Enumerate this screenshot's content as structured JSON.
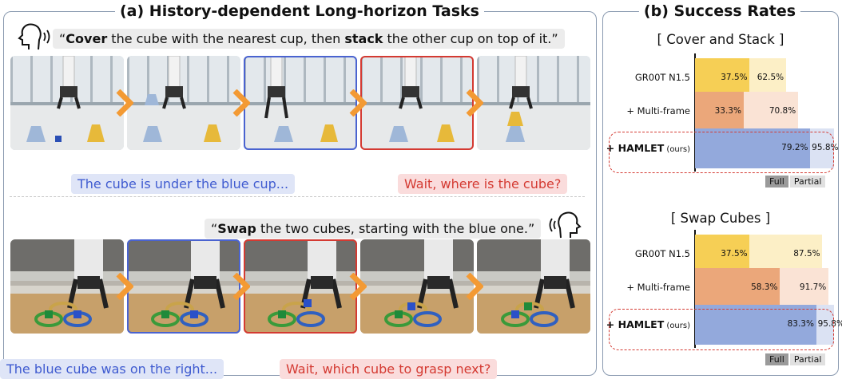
{
  "panel_a": {
    "title": "(a) History-dependent Long-horizon Tasks",
    "task1": {
      "quote_open": "“",
      "verb1": "Cover",
      "mid": " the cube with the nearest cup, then ",
      "verb2": "stack",
      "rest": " the other cup on top of it.”",
      "caption_blue": "The cube is under the blue cup...",
      "caption_red": "Wait, where is the cube?"
    },
    "task2": {
      "quote_open": "“",
      "verb1": "Swap",
      "rest": " the two cubes, starting with the blue one.”",
      "caption_blue": "The blue cube was on the right...",
      "caption_red": "Wait, which cube to grasp next?"
    }
  },
  "panel_b": {
    "title": "(b) Success Rates",
    "legend_full": "Full",
    "legend_partial": "Partial",
    "hamlet_name": "+ HAMLET",
    "hamlet_suffix": "(ours)"
  },
  "colors": {
    "groot_full": "#f6cf55",
    "groot_partial": "#fcefc6",
    "multi_full": "#eba77a",
    "multi_partial": "#fae3d5",
    "hamlet_full": "#93a9dc",
    "hamlet_partial": "#dbe2f3",
    "accent_blue": "#4a63d0",
    "accent_red": "#d43a32",
    "chevron": "#f39a34"
  },
  "chart_data": [
    {
      "type": "bar",
      "title": "[ Cover and Stack ]",
      "categories": [
        "GR00T N1.5",
        "+ Multi-frame",
        "+ HAMLET (ours)"
      ],
      "series": [
        {
          "name": "Full",
          "values": [
            37.5,
            33.3,
            79.2
          ]
        },
        {
          "name": "Partial",
          "values": [
            62.5,
            70.8,
            95.8
          ]
        }
      ],
      "labels_full": [
        "37.5%",
        "33.3%",
        "79.2%"
      ],
      "labels_partial": [
        "62.5%",
        "70.8%",
        "95.8%"
      ],
      "xlim": [
        0,
        100
      ]
    },
    {
      "type": "bar",
      "title": "[ Swap Cubes ]",
      "categories": [
        "GR00T N1.5",
        "+ Multi-frame",
        "+ HAMLET (ours)"
      ],
      "series": [
        {
          "name": "Full",
          "values": [
            37.5,
            58.3,
            83.3
          ]
        },
        {
          "name": "Partial",
          "values": [
            87.5,
            91.7,
            95.8
          ]
        }
      ],
      "labels_full": [
        "37.5%",
        "58.3%",
        "83.3%"
      ],
      "labels_partial": [
        "87.5%",
        "91.7%",
        "95.8%"
      ],
      "xlim": [
        0,
        100
      ]
    }
  ]
}
